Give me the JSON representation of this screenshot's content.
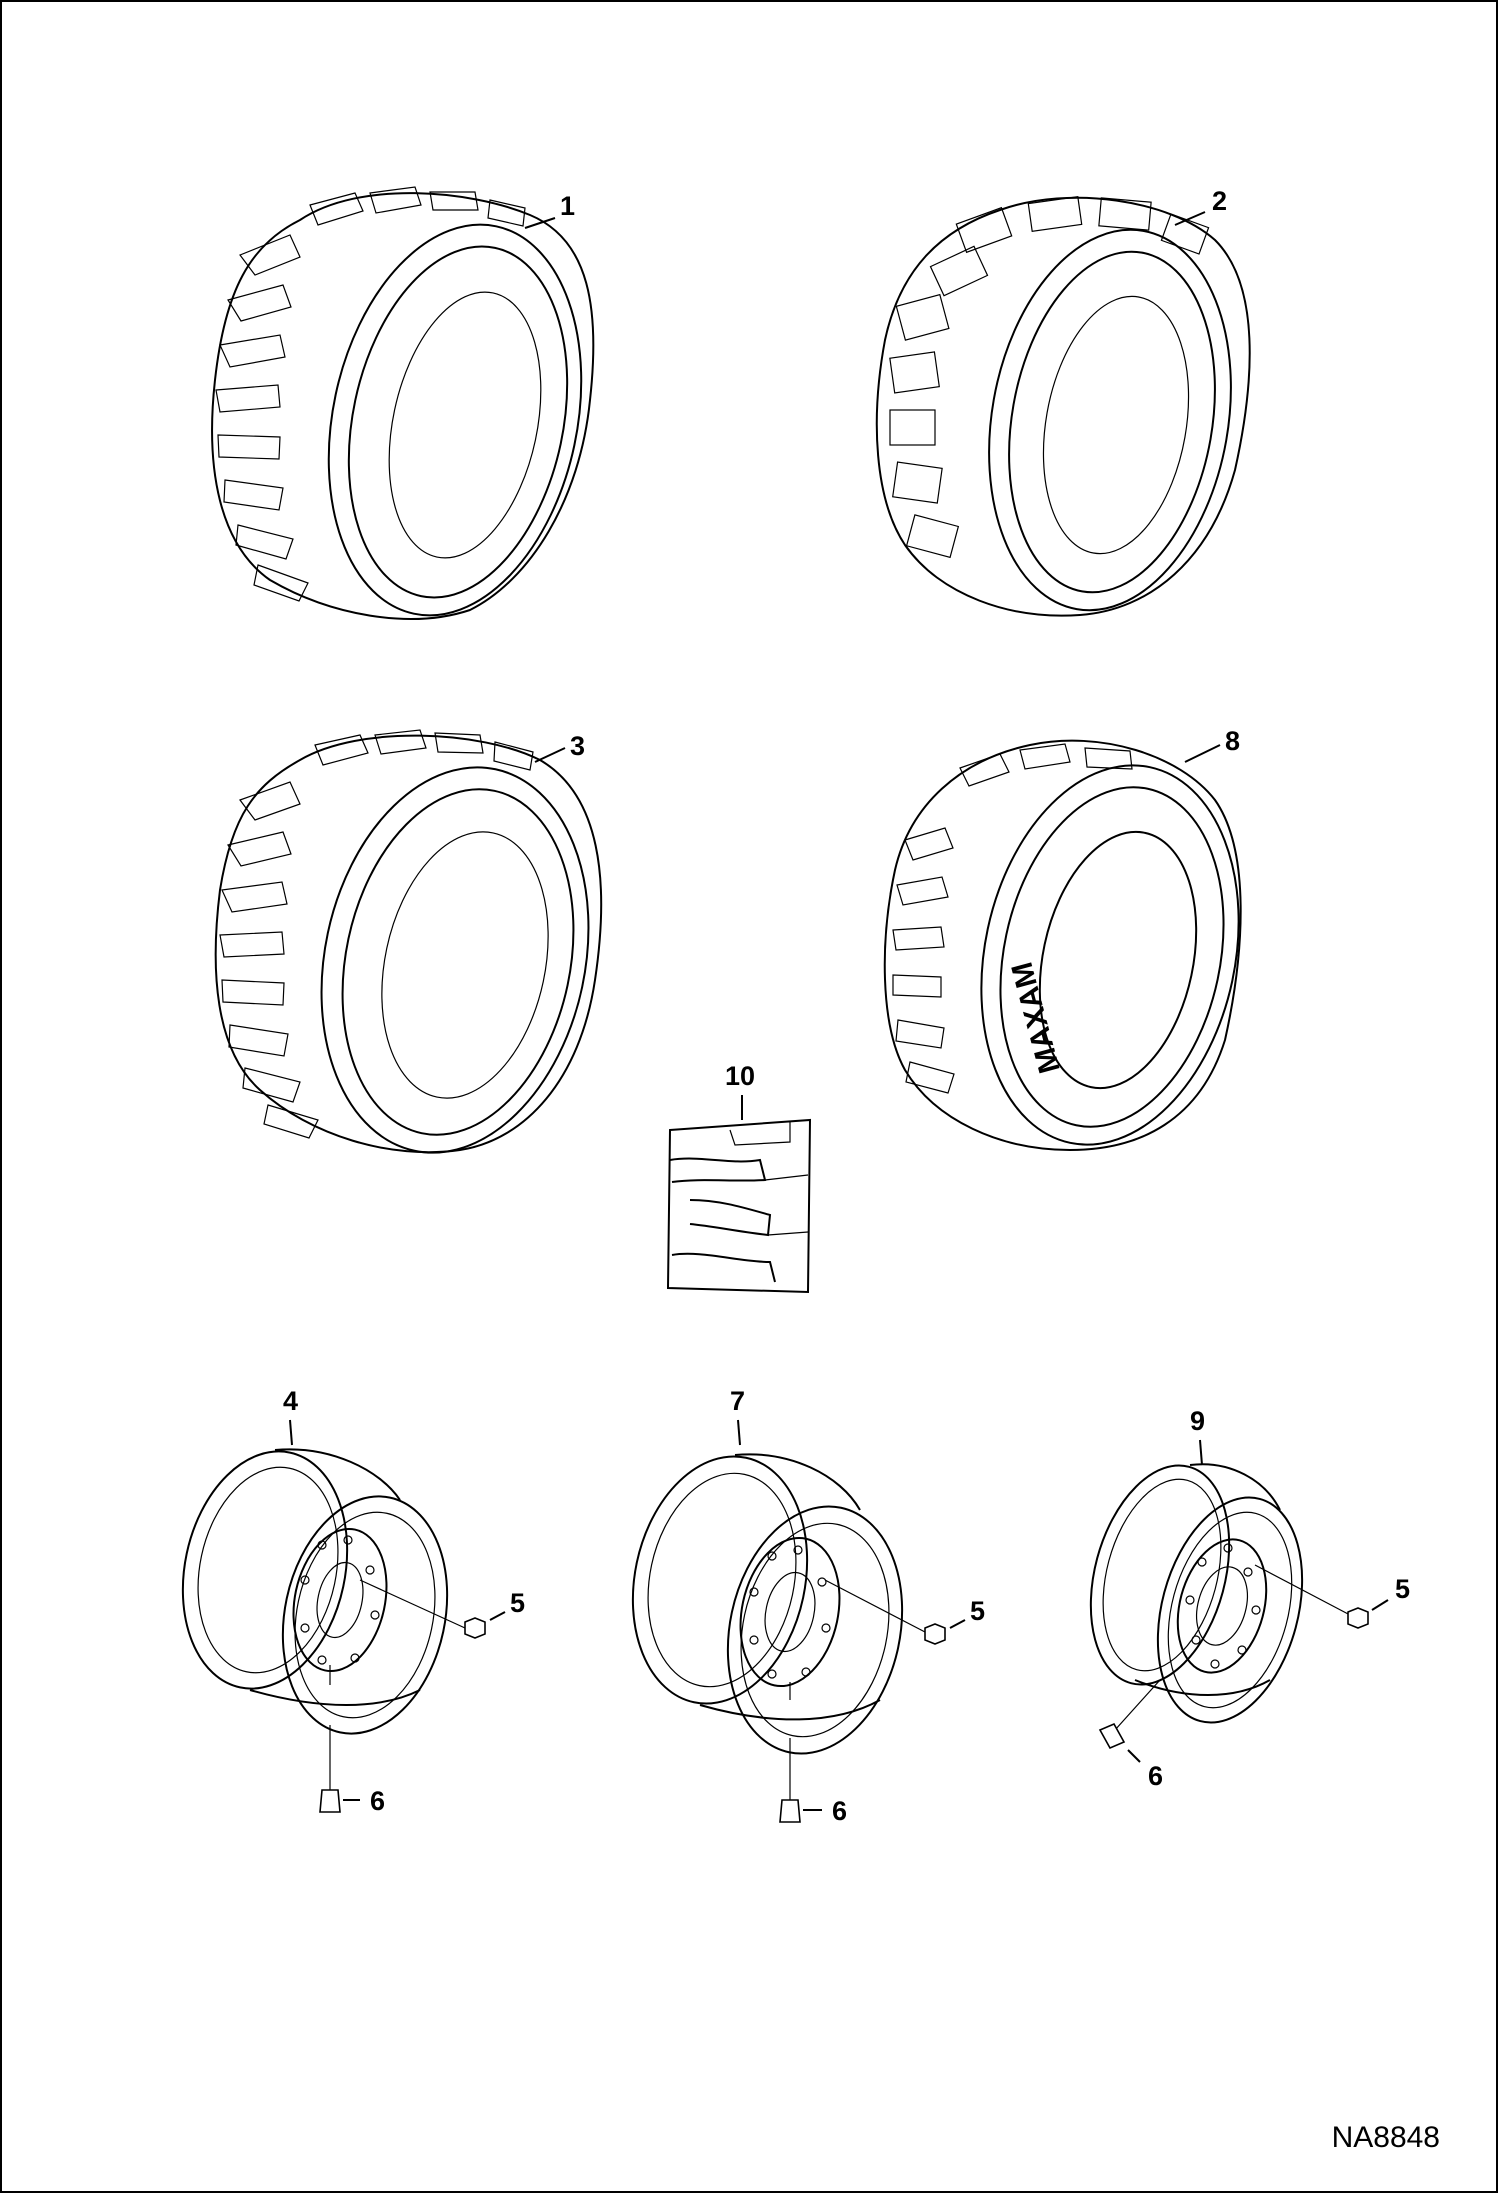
{
  "drawing_ref": "NA8848",
  "callouts": {
    "c1": "1",
    "c2": "2",
    "c3": "3",
    "c8": "8",
    "c10": "10",
    "c4": "4",
    "c7": "7",
    "c9": "9",
    "c5a": "5",
    "c5b": "5",
    "c5c": "5",
    "c6a": "6",
    "c6b": "6",
    "c6c": "6"
  },
  "parts": [
    {
      "id": "tire-1",
      "kind": "tire",
      "tread": "lug"
    },
    {
      "id": "tire-2",
      "kind": "tire",
      "tread": "block"
    },
    {
      "id": "tire-3",
      "kind": "tire",
      "tread": "lug"
    },
    {
      "id": "tire-8",
      "kind": "tire",
      "tread": "lug",
      "sidewall_text": "MAXAM"
    },
    {
      "id": "tread-10",
      "kind": "tread-pattern"
    },
    {
      "id": "wheel-4",
      "kind": "wheel"
    },
    {
      "id": "wheel-7",
      "kind": "wheel"
    },
    {
      "id": "wheel-9",
      "kind": "wheel"
    },
    {
      "id": "nut-5",
      "kind": "lug-nut"
    },
    {
      "id": "valve-6",
      "kind": "valve-stem"
    }
  ]
}
